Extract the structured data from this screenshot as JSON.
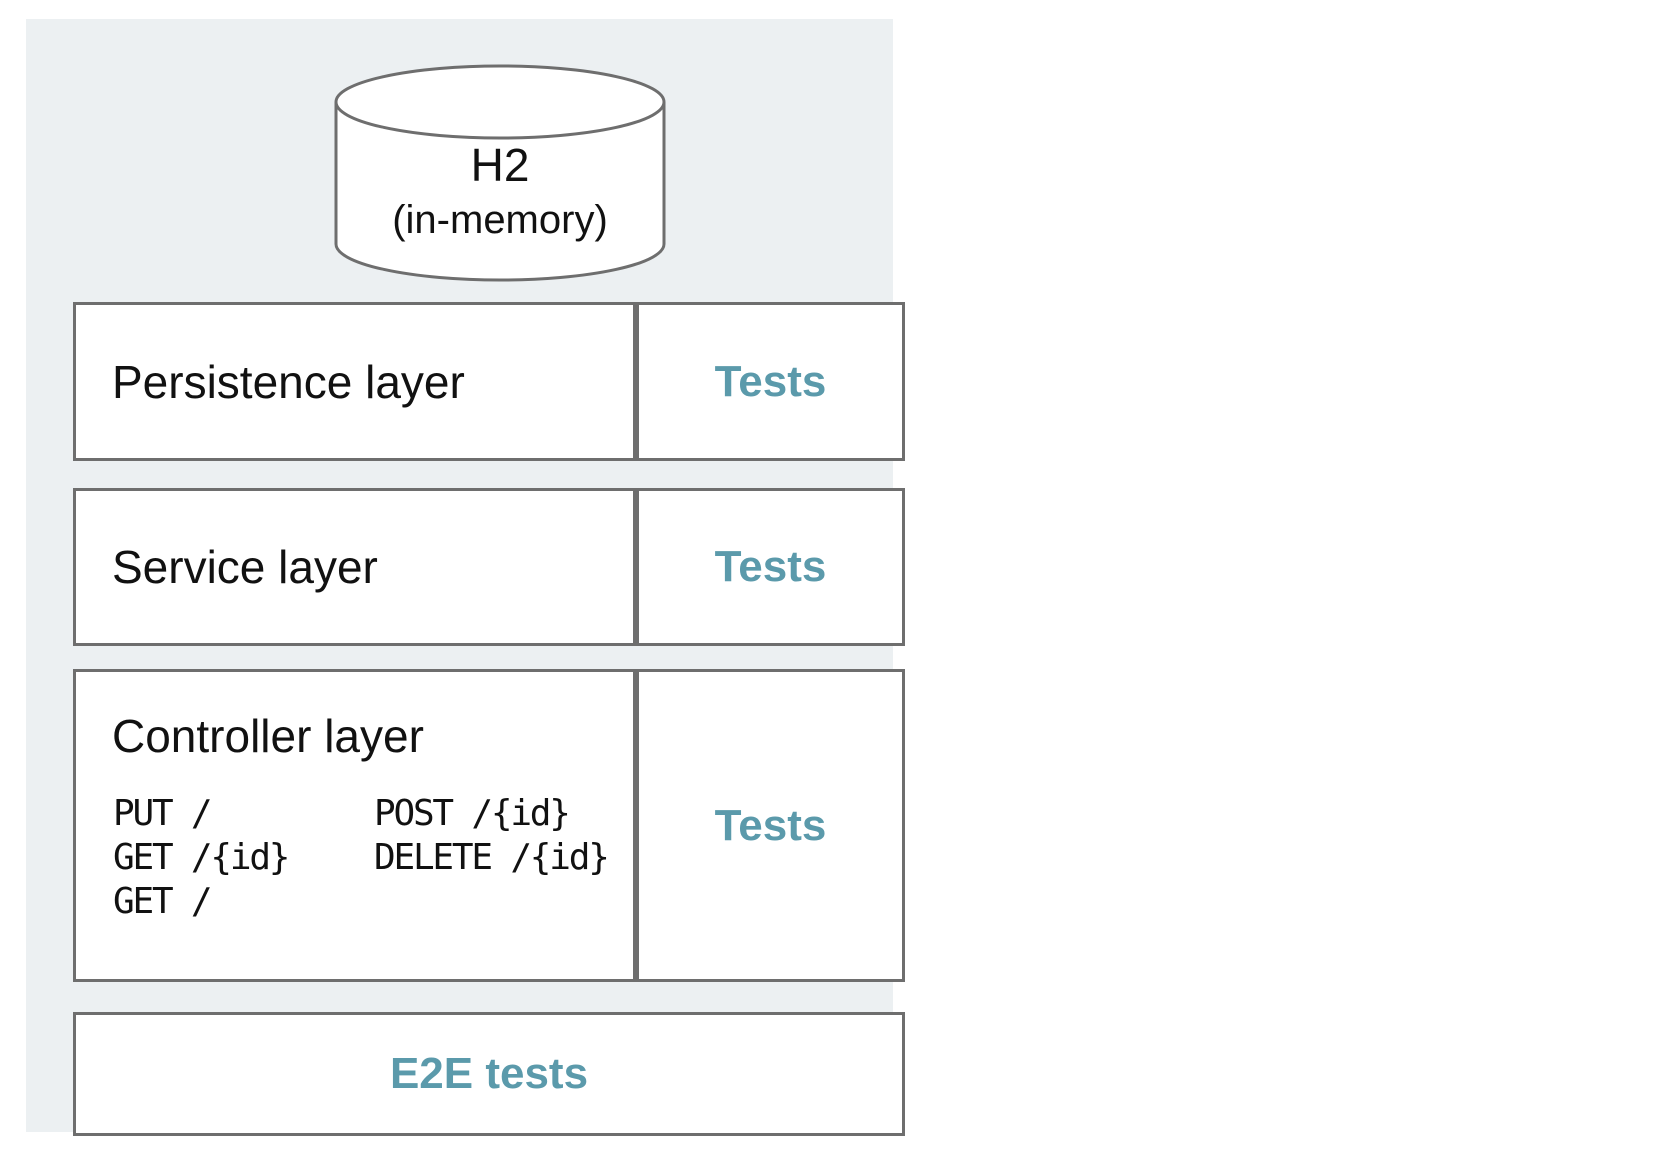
{
  "diagram": {
    "database": {
      "title": "H2",
      "subtitle": "(in-memory)"
    },
    "layers": [
      {
        "name": "Persistence layer",
        "tests_label": "Tests"
      },
      {
        "name": "Service layer",
        "tests_label": "Tests"
      },
      {
        "name": "Controller layer",
        "tests_label": "Tests",
        "endpoints_col1": [
          "PUT /",
          "GET /{id}",
          "GET /"
        ],
        "endpoints_col2": [
          "POST /{id}",
          "DELETE /{id}"
        ]
      }
    ],
    "e2e": {
      "label": "E2E tests"
    },
    "colors": {
      "accent_teal": "#5b9aab",
      "panel_bg": "#ecf0f2",
      "border_gray": "#6e6e6e",
      "text_dark": "#111111",
      "shape_fill": "#ffffff"
    }
  }
}
